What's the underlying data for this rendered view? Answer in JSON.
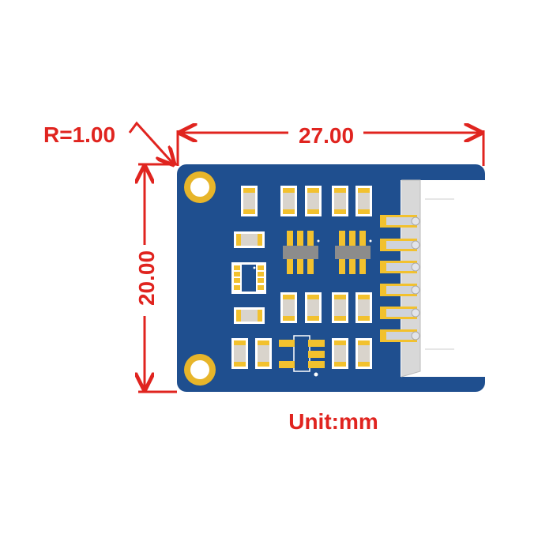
{
  "dimensions": {
    "radius_label": "R=1.00",
    "width_label": "27.00",
    "height_label": "20.00",
    "unit_label": "Unit:mm"
  },
  "colors": {
    "dimension_red": "#e0241f",
    "pcb_blue": "#1f4f8f",
    "pad_gold": "#f2c12e",
    "component_gray": "#d9d4cc"
  }
}
